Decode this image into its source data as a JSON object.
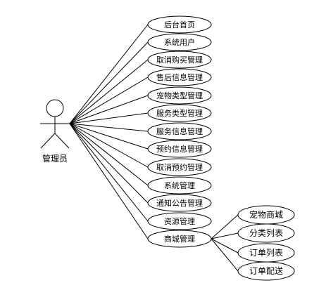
{
  "actor": {
    "label": "管理员"
  },
  "use_cases": [
    {
      "label": "后台首页"
    },
    {
      "label": "系统用户"
    },
    {
      "label": "取消购买管理"
    },
    {
      "label": "售后信息管理"
    },
    {
      "label": "宠物类型管理"
    },
    {
      "label": "服务类型管理"
    },
    {
      "label": "服务信息管理"
    },
    {
      "label": "预约信息管理"
    },
    {
      "label": "取消预约管理"
    },
    {
      "label": "系统管理"
    },
    {
      "label": "通知公告管理"
    },
    {
      "label": "资源管理"
    },
    {
      "label": "商城管理"
    }
  ],
  "sub_use_cases": [
    {
      "label": "宠物商城"
    },
    {
      "label": "分类列表"
    },
    {
      "label": "订单列表"
    },
    {
      "label": "订单配送"
    }
  ],
  "colors": {
    "line": "#000000",
    "ellipse_fill": "#ffffff",
    "background": "#ffffff"
  }
}
